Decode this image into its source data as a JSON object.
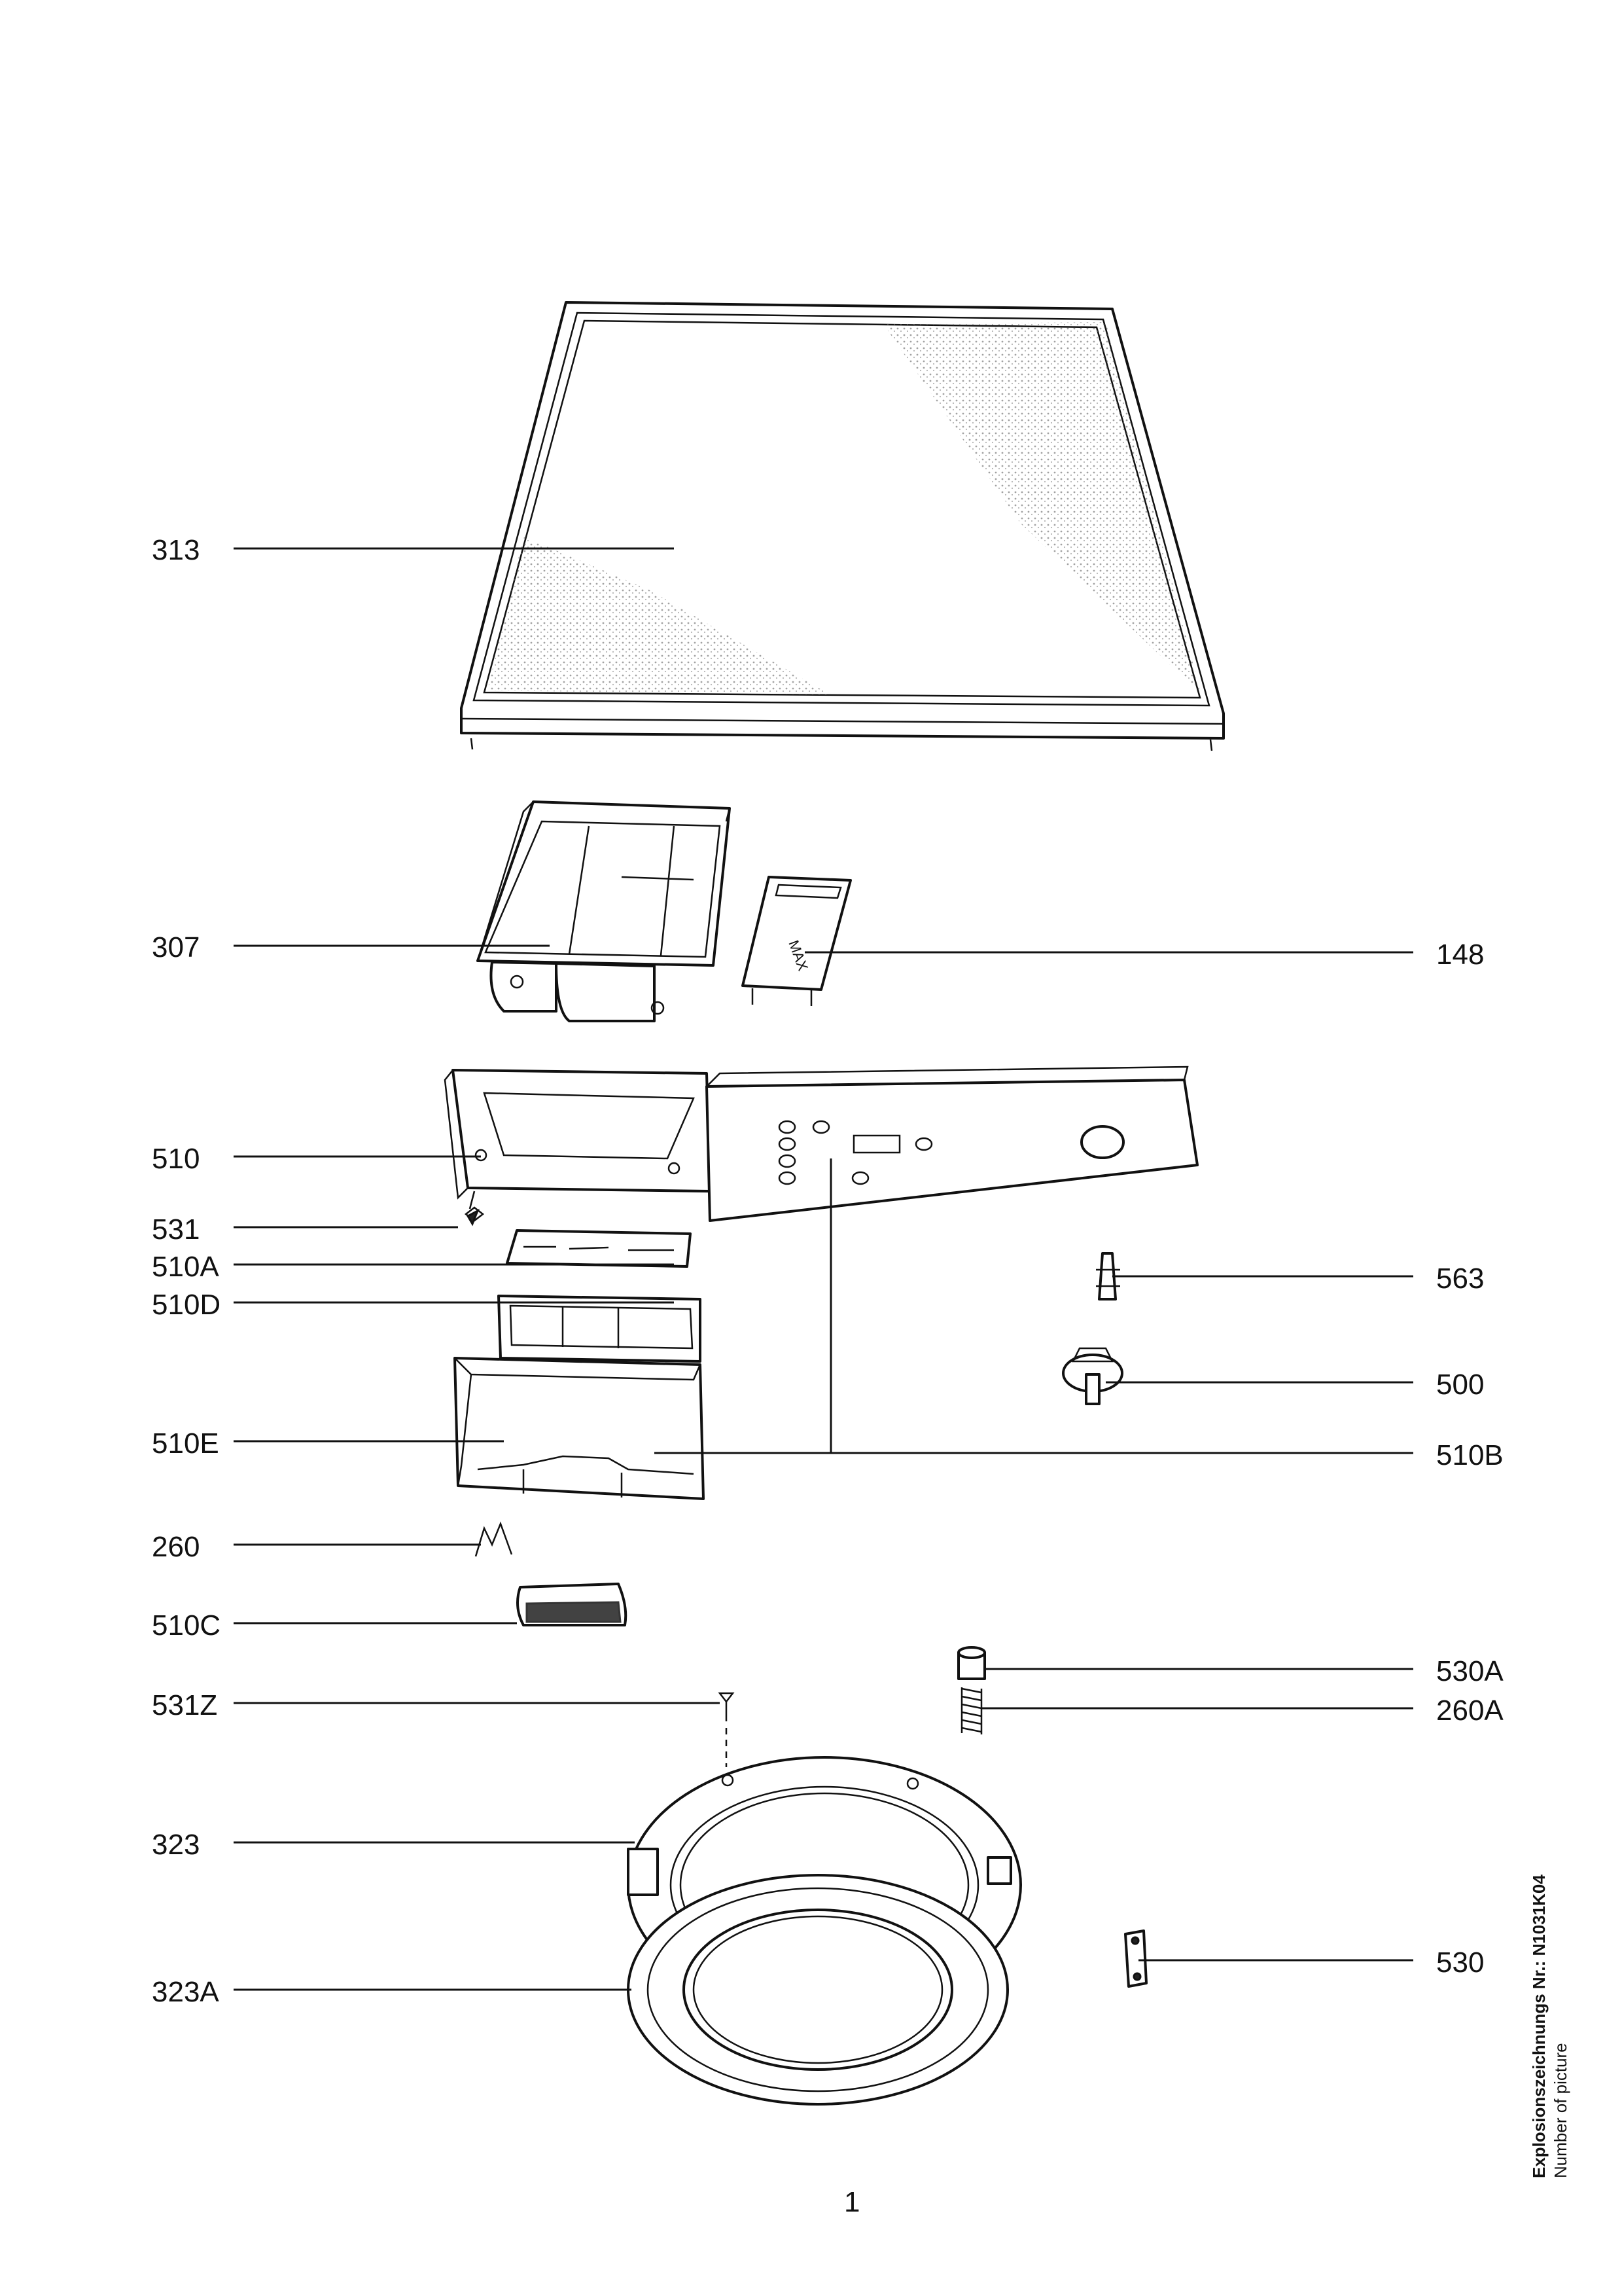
{
  "labels": {
    "l313": "313",
    "l307": "307",
    "l148": "148",
    "l510": "510",
    "l531": "531",
    "l510A": "510A",
    "l510D": "510D",
    "l563": "563",
    "l500": "500",
    "l510E": "510E",
    "l510B": "510B",
    "l260": "260",
    "l510C": "510C",
    "l530A": "530A",
    "l531Z": "531Z",
    "l260A": "260A",
    "l323": "323",
    "l530": "530",
    "l323A": "323A"
  },
  "dispenser_marking": "MAX",
  "footer": {
    "page_number": "1",
    "drawing_number_title": "Explosionszeichnungs Nr.: N1031K04",
    "drawing_number_subtitle": "Number of picture"
  }
}
